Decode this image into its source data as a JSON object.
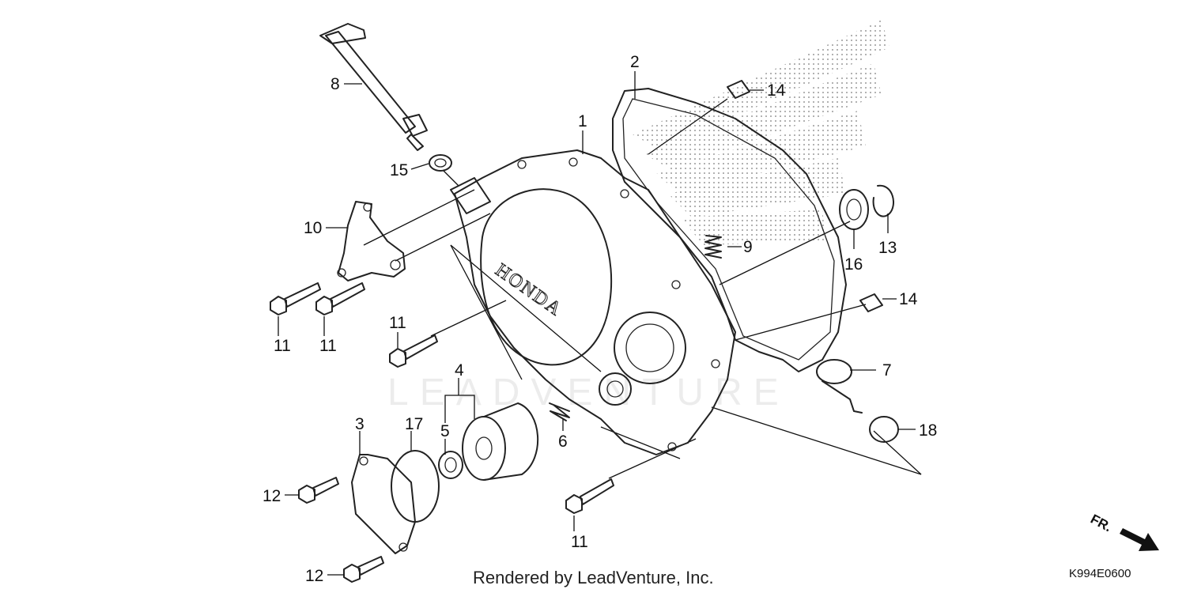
{
  "diagram": {
    "embossed_logo": "HONDA",
    "watermark": "LEADVENTURE",
    "footer_text": "Rendered by LeadVenture, Inc.",
    "diagram_code": "K994E0600",
    "direction_label": "FR.",
    "callouts": [
      {
        "id": "c1",
        "label": "1"
      },
      {
        "id": "c2",
        "label": "2"
      },
      {
        "id": "c3",
        "label": "3"
      },
      {
        "id": "c4",
        "label": "4"
      },
      {
        "id": "c5",
        "label": "5"
      },
      {
        "id": "c6",
        "label": "6"
      },
      {
        "id": "c7",
        "label": "7"
      },
      {
        "id": "c8",
        "label": "8"
      },
      {
        "id": "c9",
        "label": "9"
      },
      {
        "id": "c10",
        "label": "10"
      },
      {
        "id": "c11a",
        "label": "11"
      },
      {
        "id": "c11b",
        "label": "11"
      },
      {
        "id": "c11c",
        "label": "11"
      },
      {
        "id": "c11d",
        "label": "11"
      },
      {
        "id": "c12a",
        "label": "12"
      },
      {
        "id": "c12b",
        "label": "12"
      },
      {
        "id": "c13",
        "label": "13"
      },
      {
        "id": "c14a",
        "label": "14"
      },
      {
        "id": "c14b",
        "label": "14"
      },
      {
        "id": "c15",
        "label": "15"
      },
      {
        "id": "c16",
        "label": "16"
      },
      {
        "id": "c17",
        "label": "17"
      },
      {
        "id": "c18",
        "label": "18"
      }
    ]
  }
}
